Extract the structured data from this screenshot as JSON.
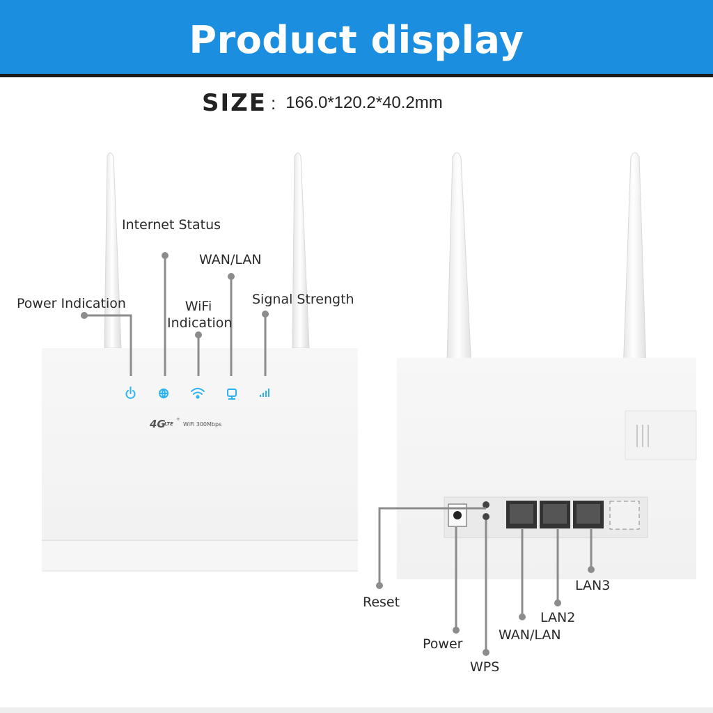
{
  "banner": {
    "title": "Product display",
    "color": "#1b8ee0"
  },
  "size": {
    "label": "SIZE",
    "separator": ":",
    "value": "166.0*120.2*40.2mm"
  },
  "front_view": {
    "labels": {
      "internet_status": "Internet Status",
      "wan_lan": "WAN/LAN",
      "power_indication": "Power Indication",
      "wifi_line1": "WiFi",
      "wifi_line2": "Indication",
      "signal_strength": "Signal Strength"
    },
    "logo_4g": "4G",
    "logo_lte": "LTE",
    "logo_plus": "+",
    "logo_text": "WiFi 300Mbps",
    "led_color": "#2bb3f0",
    "led_icons": [
      "power-icon",
      "globe-icon",
      "wifi-icon",
      "lan-icon",
      "signal-bars-icon"
    ]
  },
  "back_view": {
    "labels": {
      "reset": "Reset",
      "power": "Power",
      "wps": "WPS",
      "wan_lan": "WAN/LAN",
      "lan2": "LAN2",
      "lan3": "LAN3"
    }
  }
}
